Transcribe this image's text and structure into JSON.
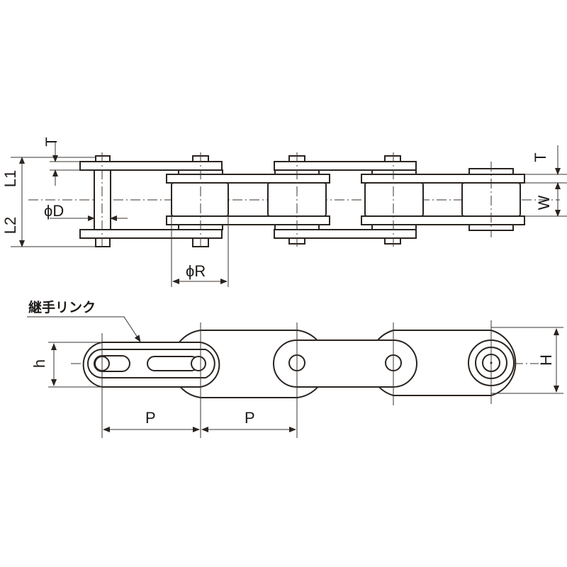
{
  "diagram": {
    "title": "Roller chain dimension drawing",
    "colors": {
      "line": "#2a2420",
      "background": "#ffffff"
    },
    "top_view": {
      "labels": {
        "T_left": "T",
        "L1": "L1",
        "L2": "L2",
        "phiD": "ϕD",
        "phiR": "ϕR",
        "T_right": "T",
        "W": "W"
      }
    },
    "side_view": {
      "callout": "継手リンク",
      "labels": {
        "h": "h",
        "H": "H",
        "P1": "P",
        "P2": "P"
      }
    }
  }
}
